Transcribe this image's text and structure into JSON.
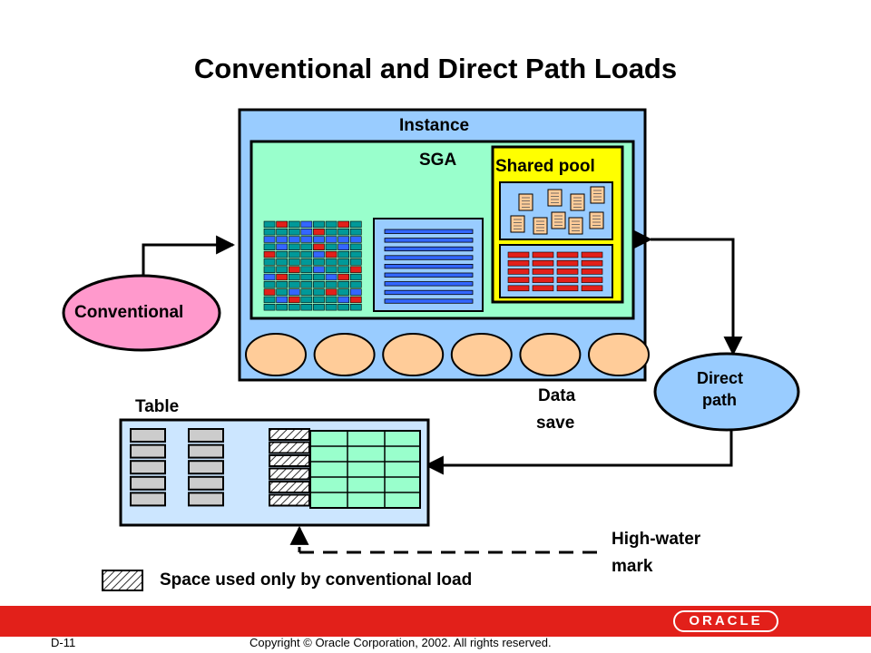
{
  "slide": {
    "title": "Conventional and Direct Path Loads",
    "page_number": "D-11",
    "copyright": "Copyright © Oracle Corporation, 2002. All rights reserved.",
    "logo_text": "ORACLE"
  },
  "diagram": {
    "instance_label": "Instance",
    "sga_label": "SGA",
    "shared_pool_label": "Shared pool",
    "conventional_label": "Conventional",
    "direct_path_label": "Direct path",
    "direct_path_line1": "Direct",
    "direct_path_line2": "path",
    "data_save_line1": "Data",
    "data_save_line2": "save",
    "table_label": "Table",
    "high_water_mark_line1": "High-water",
    "high_water_mark_line2": "mark",
    "legend_text": "Space used only by conventional load",
    "background_processes": 6
  },
  "colors": {
    "instance_fill": "#99ccff",
    "sga_fill": "#99ffcc",
    "shared_pool_fill": "#ffff00",
    "process_fill": "#ffcc99",
    "conventional_fill": "#ff99cc",
    "direct_path_fill": "#99ccff",
    "table_fill": "#cce6ff",
    "accent_red": "#e2201a"
  }
}
